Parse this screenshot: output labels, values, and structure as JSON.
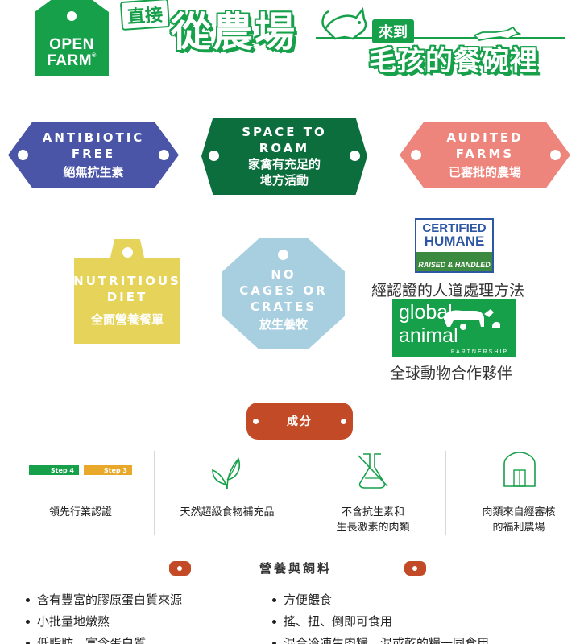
{
  "header": {
    "logo_line1": "OPEN",
    "logo_line2": "FARM",
    "prefix": "直接",
    "main": "從農場",
    "connector": "來到",
    "sub": "毛孩的餐碗裡",
    "brand_green": "#16a04a"
  },
  "tags": [
    {
      "en1": "ANTIBIOTIC",
      "en2": "FREE",
      "zh": "絕無抗生素",
      "color": "#4b55a8"
    },
    {
      "en1": "SPACE TO",
      "en2": "ROAM",
      "zh1": "家禽有充足的",
      "zh2": "地方活動",
      "color": "#0b6e3c"
    },
    {
      "en1": "AUDITED",
      "en2": "FARMS",
      "zh": "已審批的農場",
      "color": "#ee857c"
    },
    {
      "en1": "NUTRITIOUS",
      "en2": "DIET",
      "zh": "全面營養餐單",
      "color": "#e6d45a"
    },
    {
      "en1": "NO",
      "en2": "CAGES OR",
      "en3": "CRATES",
      "zh": "放生養牧",
      "color": "#a8cfe0"
    }
  ],
  "certifications": {
    "humane": {
      "line1": "CERTIFIED",
      "line2": "HUMANE",
      "line3": "RAISED & HANDLED",
      "caption": "經認證的人道處理方法"
    },
    "gap": {
      "name": "global animal",
      "partnership": "PARTNERSHIP",
      "caption": "全球動物合作夥伴"
    }
  },
  "ingredients_title": "成分",
  "features": [
    {
      "label1": "領先行業認證",
      "label2": "",
      "badges": [
        "Step 4",
        "Step 3"
      ]
    },
    {
      "label1": "天然超級食物補充品",
      "label2": "",
      "icon": "leaf-icon"
    },
    {
      "label1": "不含抗生素和",
      "label2": "生長激素的肉類",
      "icon": "no-antibiotics-icon"
    },
    {
      "label1": "肉類來自經審核",
      "label2": "的福利農場",
      "icon": "barn-icon"
    }
  ],
  "nutrition": {
    "title": "營養與飼料",
    "left": [
      "含有豐富的膠原蛋白質來源",
      "小批量地燉熬",
      "低脂肪，富含蛋白質"
    ],
    "right": [
      "方便餵食",
      "搖、扭、倒即可食用",
      "混合冷凍生肉糧，混或乾的糧一同食用"
    ]
  },
  "accent_red": "#c24a26"
}
